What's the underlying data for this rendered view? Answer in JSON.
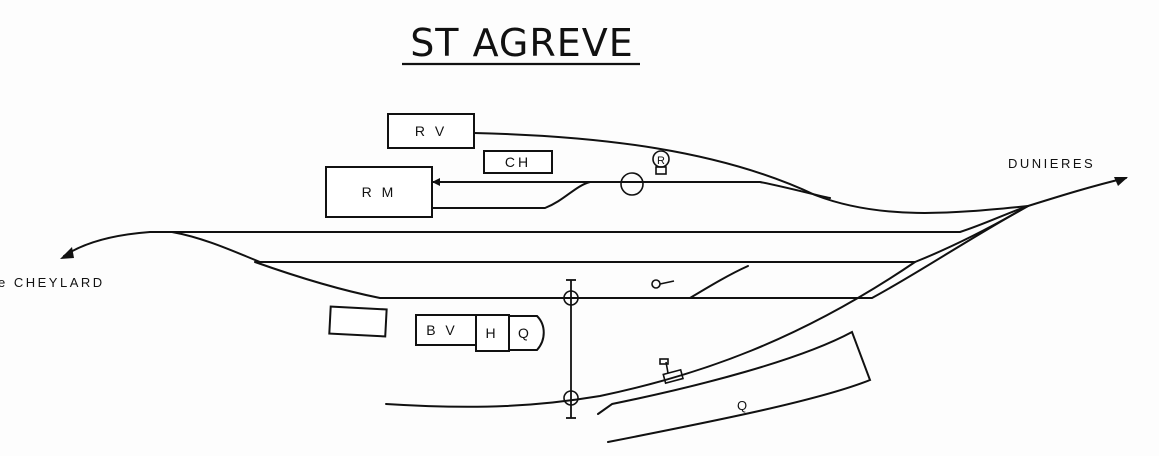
{
  "title": "ST AGREVE",
  "destinations": {
    "right": "DUNIERES",
    "left": "e CHEYLARD"
  },
  "buildings": {
    "rv": "R V",
    "ch": "CH",
    "rm": "R M",
    "bv": "B V",
    "h": "H",
    "q_small": "Q",
    "q_platform": "Q",
    "r_tank": "R"
  }
}
